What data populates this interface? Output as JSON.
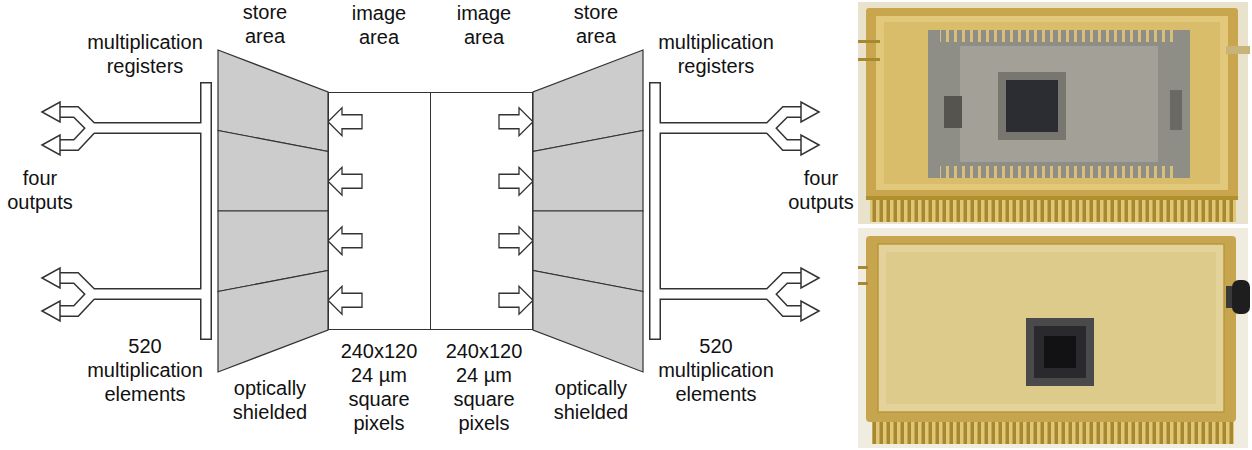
{
  "diagram": {
    "nodes": [
      {
        "text": [
          "store area",
          "optically shielded"
        ]
      },
      {
        "text": [
          "image area",
          "240x120 24 µm square pixels"
        ]
      },
      {
        "text": [
          "image area",
          "240x120 24 µm square pixels"
        ]
      },
      {
        "text": [
          "store area",
          "optically shielded"
        ]
      }
    ],
    "edges": [
      {
        "from": 1,
        "to": 0,
        "arrow": "to"
      },
      {
        "from": 1,
        "to": 0,
        "arrow": "to"
      },
      {
        "from": 1,
        "to": 0,
        "arrow": "to"
      },
      {
        "from": 1,
        "to": 0,
        "arrow": "to"
      },
      {
        "from": 2,
        "to": 3,
        "arrow": "to"
      },
      {
        "from": 2,
        "to": 3,
        "arrow": "to"
      },
      {
        "from": 2,
        "to": 3,
        "arrow": "to"
      },
      {
        "from": 2,
        "to": 3,
        "arrow": "to"
      }
    ],
    "labels": [
      "multiplication registers",
      "four outputs",
      "520 multiplication elements",
      "multiplication registers",
      "four outputs",
      "520 multiplication elements"
    ]
  }
}
